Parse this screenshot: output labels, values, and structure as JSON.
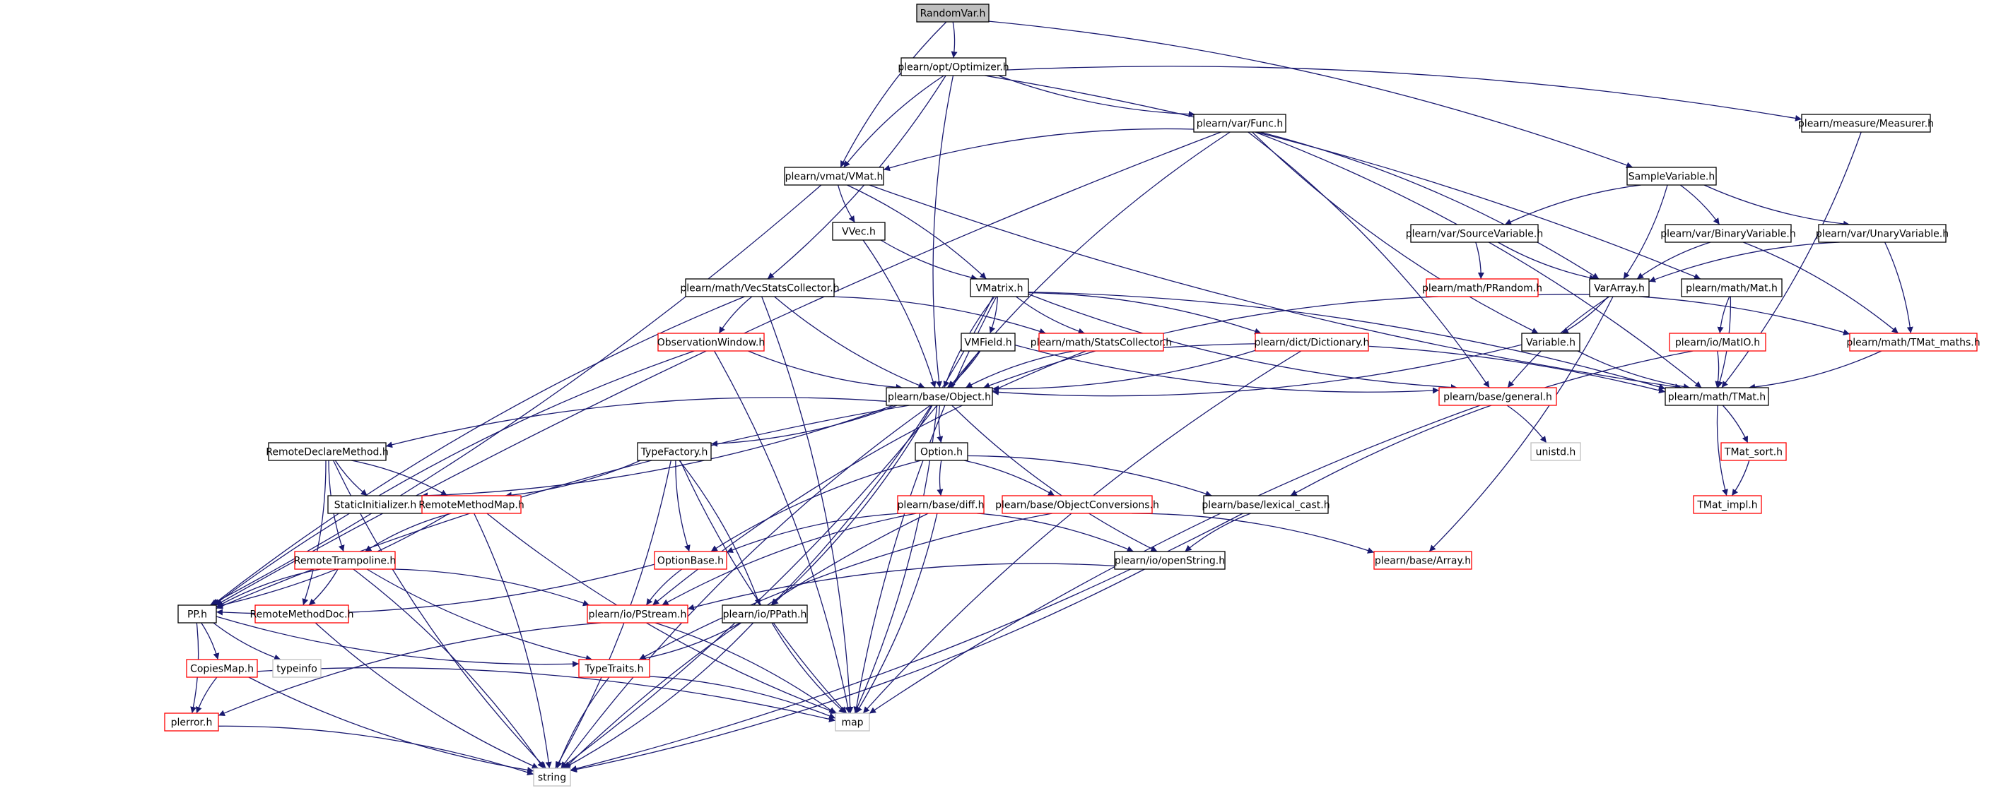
{
  "diagram": {
    "kind": "include dependency graph",
    "colors": {
      "edge": "#191970",
      "root_fill": "#bfbfbf",
      "root_border": "#000000",
      "documented_border": "#000000",
      "external_border": "#ff0000",
      "undocumented_border": "#bfbfbf"
    },
    "nodes": [
      {
        "id": "RandomVar",
        "label": "RandomVar.h",
        "style": "root"
      },
      {
        "id": "Optimizer",
        "label": "plearn/opt/Optimizer.h",
        "style": "documented"
      },
      {
        "id": "Func",
        "label": "plearn/var/Func.h",
        "style": "documented"
      },
      {
        "id": "Measurer",
        "label": "plearn/measure/Measurer.h",
        "style": "documented"
      },
      {
        "id": "VMat",
        "label": "plearn/vmat/VMat.h",
        "style": "documented"
      },
      {
        "id": "SampleVariable",
        "label": "SampleVariable.h",
        "style": "documented"
      },
      {
        "id": "VVec",
        "label": "VVec.h",
        "style": "documented"
      },
      {
        "id": "SourceVariable",
        "label": "plearn/var/SourceVariable.h",
        "style": "documented"
      },
      {
        "id": "BinaryVariable",
        "label": "plearn/var/BinaryVariable.h",
        "style": "documented"
      },
      {
        "id": "UnaryVariable",
        "label": "plearn/var/UnaryVariable.h",
        "style": "documented"
      },
      {
        "id": "VecStatsCollector",
        "label": "plearn/math/VecStatsCollector.h",
        "style": "documented"
      },
      {
        "id": "VMatrix",
        "label": "VMatrix.h",
        "style": "documented"
      },
      {
        "id": "PRandom",
        "label": "plearn/math/PRandom.h",
        "style": "external"
      },
      {
        "id": "VarArray",
        "label": "VarArray.h",
        "style": "documented"
      },
      {
        "id": "MathMat",
        "label": "plearn/math/Mat.h",
        "style": "documented"
      },
      {
        "id": "ObservationWindow",
        "label": "ObservationWindow.h",
        "style": "external"
      },
      {
        "id": "VMField",
        "label": "VMField.h",
        "style": "documented"
      },
      {
        "id": "StatsCollector",
        "label": "plearn/math/StatsCollector.h",
        "style": "external"
      },
      {
        "id": "Dictionary",
        "label": "plearn/dict/Dictionary.h",
        "style": "external"
      },
      {
        "id": "Variable",
        "label": "Variable.h",
        "style": "documented"
      },
      {
        "id": "MatIO",
        "label": "plearn/io/MatIO.h",
        "style": "external"
      },
      {
        "id": "TMatMaths",
        "label": "plearn/math/TMat_maths.h",
        "style": "external"
      },
      {
        "id": "Object",
        "label": "plearn/base/Object.h",
        "style": "documented"
      },
      {
        "id": "General",
        "label": "plearn/base/general.h",
        "style": "external"
      },
      {
        "id": "TMat",
        "label": "plearn/math/TMat.h",
        "style": "documented"
      },
      {
        "id": "RemoteDeclareMethod",
        "label": "RemoteDeclareMethod.h",
        "style": "documented"
      },
      {
        "id": "TypeFactory",
        "label": "TypeFactory.h",
        "style": "documented"
      },
      {
        "id": "Option",
        "label": "Option.h",
        "style": "documented"
      },
      {
        "id": "Unistd",
        "label": "unistd.h",
        "style": "undocumented"
      },
      {
        "id": "TMatSort",
        "label": "TMat_sort.h",
        "style": "external"
      },
      {
        "id": "StaticInitializer",
        "label": "StaticInitializer.h",
        "style": "documented"
      },
      {
        "id": "RemoteMethodMap",
        "label": "RemoteMethodMap.h",
        "style": "external"
      },
      {
        "id": "LexicalCast",
        "label": "plearn/base/lexical_cast.h",
        "style": "documented"
      },
      {
        "id": "TMatImpl",
        "label": "TMat_impl.h",
        "style": "external"
      },
      {
        "id": "Diff",
        "label": "plearn/base/diff.h",
        "style": "external"
      },
      {
        "id": "ObjectConversions",
        "label": "plearn/base/ObjectConversions.h",
        "style": "external"
      },
      {
        "id": "RemoteTrampoline",
        "label": "RemoteTrampoline.h",
        "style": "external"
      },
      {
        "id": "OptionBase",
        "label": "OptionBase.h",
        "style": "external"
      },
      {
        "id": "OpenString",
        "label": "plearn/io/openString.h",
        "style": "documented"
      },
      {
        "id": "BaseArray",
        "label": "plearn/base/Array.h",
        "style": "external"
      },
      {
        "id": "PP",
        "label": "PP.h",
        "style": "documented"
      },
      {
        "id": "RemoteMethodDoc",
        "label": "RemoteMethodDoc.h",
        "style": "external"
      },
      {
        "id": "PStream",
        "label": "plearn/io/PStream.h",
        "style": "external"
      },
      {
        "id": "PPath",
        "label": "plearn/io/PPath.h",
        "style": "documented"
      },
      {
        "id": "Typeinfo",
        "label": "typeinfo",
        "style": "undocumented"
      },
      {
        "id": "CopiesMap",
        "label": "CopiesMap.h",
        "style": "external"
      },
      {
        "id": "TypeTraits",
        "label": "TypeTraits.h",
        "style": "external"
      },
      {
        "id": "Map",
        "label": "map",
        "style": "undocumented"
      },
      {
        "id": "Plerror",
        "label": "plerror.h",
        "style": "external"
      },
      {
        "id": "String",
        "label": "string",
        "style": "undocumented"
      }
    ],
    "edges": [
      [
        "RandomVar",
        "Optimizer"
      ],
      [
        "RandomVar",
        "VMat"
      ],
      [
        "RandomVar",
        "SampleVariable"
      ],
      [
        "Optimizer",
        "Func"
      ],
      [
        "Optimizer",
        "Measurer"
      ],
      [
        "Optimizer",
        "VMat"
      ],
      [
        "Optimizer",
        "VecStatsCollector"
      ],
      [
        "Optimizer",
        "Object"
      ],
      [
        "Optimizer",
        "MathMat"
      ],
      [
        "Func",
        "VMat"
      ],
      [
        "Func",
        "VarArray"
      ],
      [
        "Func",
        "Variable"
      ],
      [
        "Func",
        "TMat"
      ],
      [
        "Func",
        "Object"
      ],
      [
        "Func",
        "General"
      ],
      [
        "Func",
        "PP"
      ],
      [
        "Measurer",
        "TMat"
      ],
      [
        "VMat",
        "VVec"
      ],
      [
        "VMat",
        "VMatrix"
      ],
      [
        "VMat",
        "TMat"
      ],
      [
        "VMat",
        "PP"
      ],
      [
        "SampleVariable",
        "SourceVariable"
      ],
      [
        "SampleVariable",
        "BinaryVariable"
      ],
      [
        "SampleVariable",
        "UnaryVariable"
      ],
      [
        "SampleVariable",
        "VarArray"
      ],
      [
        "VVec",
        "VMatrix"
      ],
      [
        "VVec",
        "Object"
      ],
      [
        "SourceVariable",
        "VarArray"
      ],
      [
        "SourceVariable",
        "PRandom"
      ],
      [
        "BinaryVariable",
        "VarArray"
      ],
      [
        "BinaryVariable",
        "TMatMaths"
      ],
      [
        "UnaryVariable",
        "VarArray"
      ],
      [
        "UnaryVariable",
        "TMatMaths"
      ],
      [
        "VecStatsCollector",
        "ObservationWindow"
      ],
      [
        "VecStatsCollector",
        "StatsCollector"
      ],
      [
        "VecStatsCollector",
        "Object"
      ],
      [
        "VecStatsCollector",
        "Map"
      ],
      [
        "VecStatsCollector",
        "PP"
      ],
      [
        "VMatrix",
        "VMField"
      ],
      [
        "VMatrix",
        "StatsCollector"
      ],
      [
        "VMatrix",
        "Dictionary"
      ],
      [
        "VMatrix",
        "Object"
      ],
      [
        "VMatrix",
        "TMat"
      ],
      [
        "VMatrix",
        "Map"
      ],
      [
        "VMatrix",
        "PPath"
      ],
      [
        "VMatrix",
        "General"
      ],
      [
        "PRandom",
        "TMatMaths"
      ],
      [
        "PRandom",
        "Object"
      ],
      [
        "VarArray",
        "Variable"
      ],
      [
        "VarArray",
        "General"
      ],
      [
        "VarArray",
        "BaseArray"
      ],
      [
        "MathMat",
        "MatIO"
      ],
      [
        "MathMat",
        "TMat"
      ],
      [
        "ObservationWindow",
        "Object"
      ],
      [
        "ObservationWindow",
        "Map"
      ],
      [
        "ObservationWindow",
        "PP"
      ],
      [
        "VMField",
        "Object"
      ],
      [
        "VMField",
        "General"
      ],
      [
        "VMField",
        "String"
      ],
      [
        "StatsCollector",
        "Object"
      ],
      [
        "StatsCollector",
        "TMat"
      ],
      [
        "StatsCollector",
        "PStream"
      ],
      [
        "Dictionary",
        "Object"
      ],
      [
        "Dictionary",
        "Map"
      ],
      [
        "Variable",
        "Object"
      ],
      [
        "Variable",
        "TMat"
      ],
      [
        "MatIO",
        "TMat"
      ],
      [
        "MatIO",
        "LexicalCast"
      ],
      [
        "TMatMaths",
        "TMat"
      ],
      [
        "Object",
        "RemoteDeclareMethod"
      ],
      [
        "Object",
        "TypeFactory"
      ],
      [
        "Object",
        "Option"
      ],
      [
        "Object",
        "StaticInitializer"
      ],
      [
        "Object",
        "PP"
      ],
      [
        "Object",
        "PPath"
      ],
      [
        "Object",
        "OpenString"
      ],
      [
        "Object",
        "Map"
      ],
      [
        "Object",
        "String"
      ],
      [
        "General",
        "Unistd"
      ],
      [
        "General",
        "Map"
      ],
      [
        "TMat",
        "TMatSort"
      ],
      [
        "TMat",
        "TMatImpl"
      ],
      [
        "TMatSort",
        "TMatImpl"
      ],
      [
        "RemoteDeclareMethod",
        "StaticInitializer"
      ],
      [
        "RemoteDeclareMethod",
        "RemoteMethodMap"
      ],
      [
        "RemoteDeclareMethod",
        "RemoteTrampoline"
      ],
      [
        "RemoteDeclareMethod",
        "RemoteMethodDoc"
      ],
      [
        "RemoteDeclareMethod",
        "String"
      ],
      [
        "TypeFactory",
        "RemoteMethodMap"
      ],
      [
        "TypeFactory",
        "OptionBase"
      ],
      [
        "TypeFactory",
        "PPath"
      ],
      [
        "TypeFactory",
        "Map"
      ],
      [
        "TypeFactory",
        "String"
      ],
      [
        "Option",
        "OptionBase"
      ],
      [
        "Option",
        "LexicalCast"
      ],
      [
        "Option",
        "Diff"
      ],
      [
        "Option",
        "ObjectConversions"
      ],
      [
        "RemoteMethodMap",
        "RemoteTrampoline"
      ],
      [
        "RemoteMethodMap",
        "PP"
      ],
      [
        "RemoteMethodMap",
        "Map"
      ],
      [
        "RemoteMethodMap",
        "String"
      ],
      [
        "LexicalCast",
        "OpenString"
      ],
      [
        "LexicalCast",
        "String"
      ],
      [
        "Diff",
        "OptionBase"
      ],
      [
        "Diff",
        "OpenString"
      ],
      [
        "Diff",
        "PStream"
      ],
      [
        "Diff",
        "Map"
      ],
      [
        "Diff",
        "String"
      ],
      [
        "ObjectConversions",
        "BaseArray"
      ],
      [
        "ObjectConversions",
        "TypeTraits"
      ],
      [
        "RemoteTrampoline",
        "RemoteMethodDoc"
      ],
      [
        "RemoteTrampoline",
        "PP"
      ],
      [
        "RemoteTrampoline",
        "PStream"
      ],
      [
        "RemoteTrampoline",
        "TypeTraits"
      ],
      [
        "RemoteTrampoline",
        "String"
      ],
      [
        "OptionBase",
        "PStream"
      ],
      [
        "OptionBase",
        "PP"
      ],
      [
        "OpenString",
        "PStream"
      ],
      [
        "OpenString",
        "String"
      ],
      [
        "PP",
        "Typeinfo"
      ],
      [
        "PP",
        "CopiesMap"
      ],
      [
        "PP",
        "TypeTraits"
      ],
      [
        "PP",
        "Plerror"
      ],
      [
        "RemoteMethodDoc",
        "String"
      ],
      [
        "PStream",
        "Map"
      ],
      [
        "PStream",
        "Plerror"
      ],
      [
        "PPath",
        "TypeTraits"
      ],
      [
        "PPath",
        "Map"
      ],
      [
        "PPath",
        "String"
      ],
      [
        "CopiesMap",
        "Plerror"
      ],
      [
        "CopiesMap",
        "Map"
      ],
      [
        "CopiesMap",
        "String"
      ],
      [
        "TypeTraits",
        "Map"
      ],
      [
        "TypeTraits",
        "String"
      ],
      [
        "Plerror",
        "String"
      ]
    ]
  }
}
